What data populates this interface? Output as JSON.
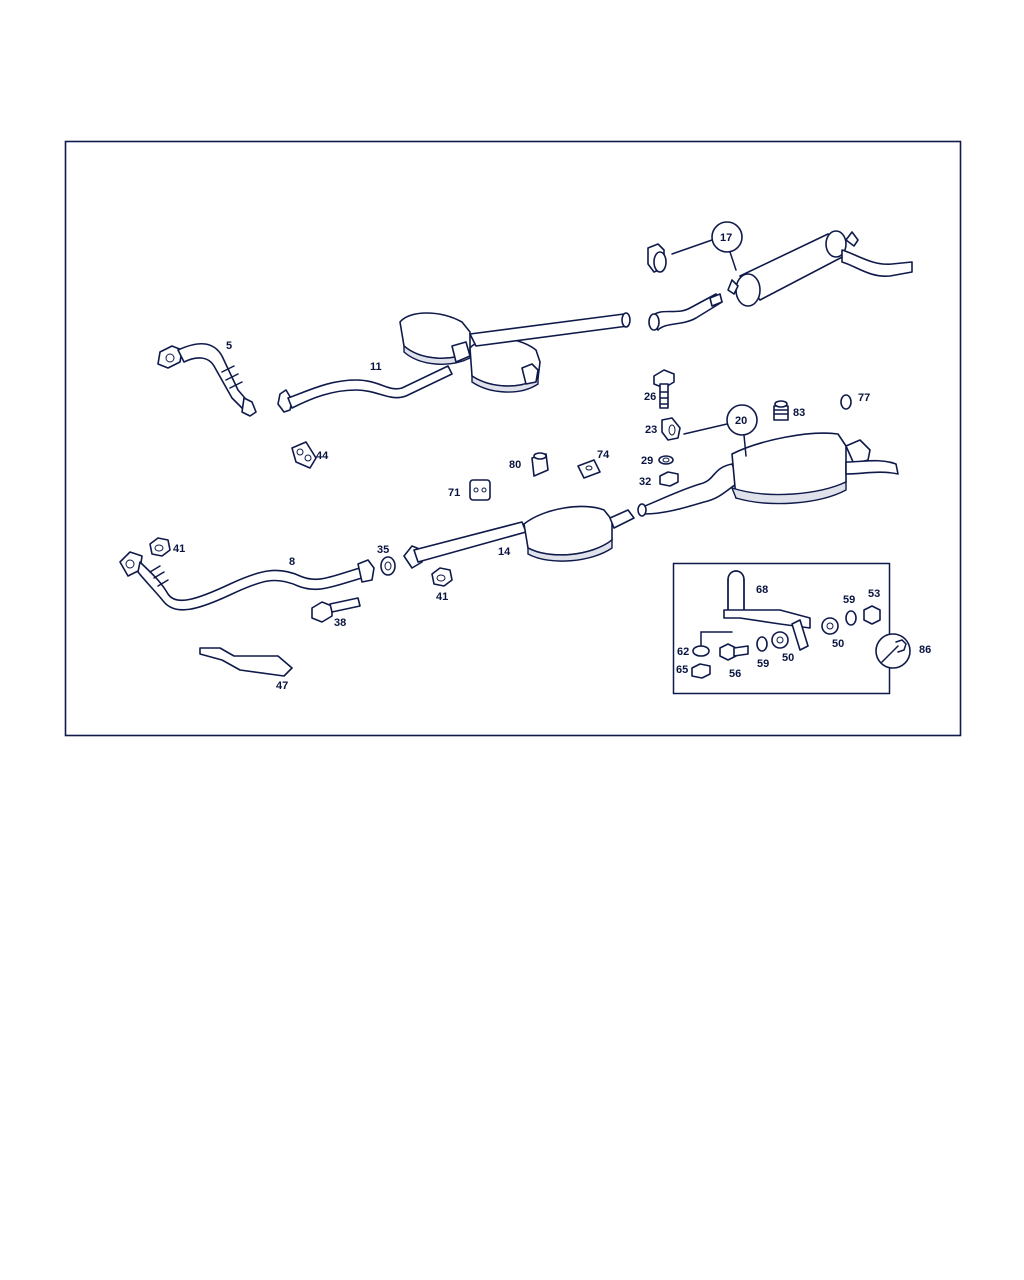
{
  "colors": {
    "ink": "#0f1a4a",
    "text": "#0a1440",
    "frame": "#0f1a4a",
    "background": "#ffffff"
  },
  "labels": {
    "p5": "5",
    "p8": "8",
    "p11": "11",
    "p14": "14",
    "p17": "17",
    "p20": "20",
    "p23": "23",
    "p26": "26",
    "p29": "29",
    "p32": "32",
    "p35": "35",
    "p38": "38",
    "p41a": "41",
    "p41b": "41",
    "p44": "44",
    "p47": "47",
    "p50a": "50",
    "p50b": "50",
    "p53": "53",
    "p56": "56",
    "p59a": "59",
    "p59b": "59",
    "p62": "62",
    "p65": "65",
    "p68": "68",
    "p71": "71",
    "p74": "74",
    "p77": "77",
    "p80": "80",
    "p83": "83",
    "p86": "86"
  },
  "icons": {
    "tool": "wrench-icon"
  }
}
